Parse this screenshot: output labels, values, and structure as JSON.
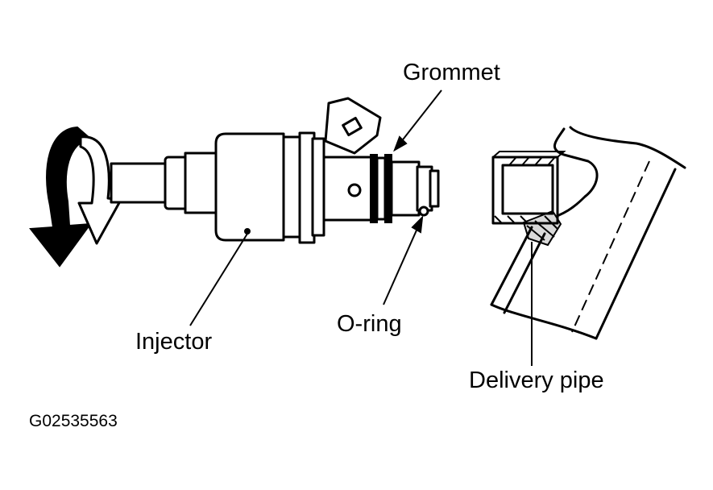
{
  "labels": {
    "grommet": "Grommet",
    "injector": "Injector",
    "o_ring": "O-ring",
    "delivery_pipe": "Delivery pipe"
  },
  "figure_code": "G02535563"
}
